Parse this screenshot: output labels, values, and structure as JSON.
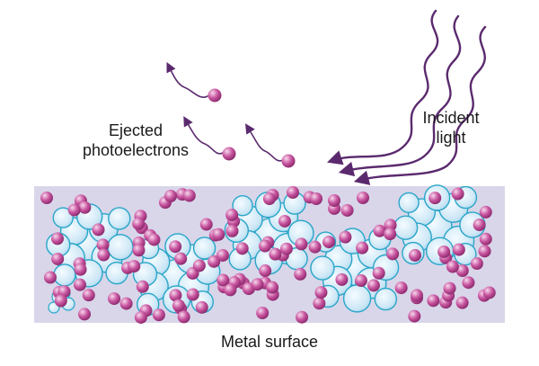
{
  "labels": {
    "ejected_line1": "Ejected",
    "ejected_line2": "photoelectrons",
    "incident_line1": "Incident",
    "incident_line2": "light",
    "surface": "Metal surface"
  },
  "colors": {
    "metal": "#d9d6ea",
    "electron": "#c2489a",
    "electron_highlight": "#f1c7e3",
    "atom_fill": "#d6ecf7",
    "atom_stroke": "#2aa6c8",
    "arrow": "#5b2a6e",
    "text": "#1a1a1a"
  }
}
